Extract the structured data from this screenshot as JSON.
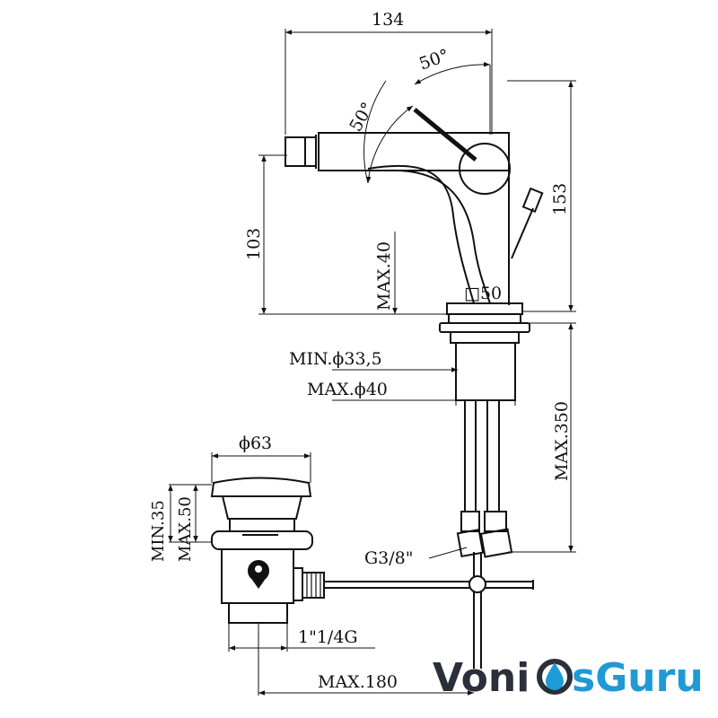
{
  "dimensions": {
    "width_top": "134",
    "angle_right": "50°",
    "angle_left": "50°",
    "height_total": "153",
    "height_spout": "103",
    "max_handle": "MAX.40",
    "base_square": "□50",
    "min_hole": "MIN.ϕ33,5",
    "max_hole": "MAX.ϕ40",
    "max_hose": "MAX.350",
    "drain_cap": "ϕ63",
    "min_drain": "MIN.35",
    "max_drain": "MAX.50",
    "thread_hose": "G3/8\"",
    "thread_drain": "1\"1/4G",
    "max_rod": "MAX.180"
  },
  "logo": {
    "part1": "Voni",
    "part2": "sGuru"
  },
  "colors": {
    "line": "#111111",
    "logo_dark": "#2a2f3a",
    "logo_blue": "#1e9ad6"
  }
}
